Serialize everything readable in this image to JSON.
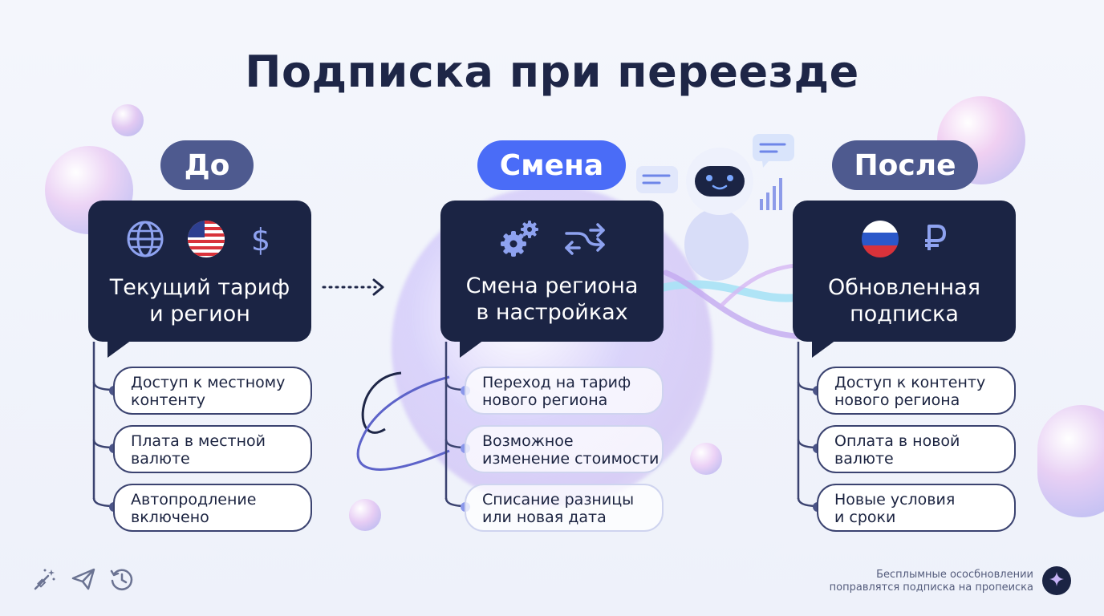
{
  "title": "Подписка при переезде",
  "colors": {
    "dark": "#1b2444",
    "accent": "#4a6cf7",
    "slate": "#4e5a8f"
  },
  "columns": [
    {
      "pill": "До",
      "card_title_line1": "Текущий тариф",
      "card_title_line2": "и регион",
      "icons": [
        "globe-icon",
        "us-flag-icon",
        "dollar-icon"
      ],
      "items": [
        {
          "line1": "Доступ к местному",
          "line2": "контенту"
        },
        {
          "line1": "Плата в местной",
          "line2": "валюте"
        },
        {
          "line1": "Автопродление",
          "line2": "включено"
        }
      ]
    },
    {
      "pill": "Смена",
      "card_title_line1": "Смена региона",
      "card_title_line2": "в настройках",
      "icons": [
        "gears-icon",
        "swap-arrows-icon"
      ],
      "items": [
        {
          "line1": "Переход на тариф",
          "line2": "нового региона"
        },
        {
          "line1": "Возможное",
          "line2": "изменение стоимости"
        },
        {
          "line1": "Списание разницы",
          "line2": "или новая дата"
        }
      ]
    },
    {
      "pill": "После",
      "card_title_line1": "Обновленная",
      "card_title_line2": "подписка",
      "icons": [
        "russia-flag-icon",
        "ruble-icon"
      ],
      "items": [
        {
          "line1": "Доступ к контенту",
          "line2": "нового региона"
        },
        {
          "line1": "Оплата в новой",
          "line2": "валюте"
        },
        {
          "line1": "Новые условия",
          "line2": "и сроки"
        }
      ]
    }
  ],
  "footer": {
    "note_line1": "Бесплымные ососбновлении",
    "note_line2": "поправлятся подписка на пропеиска",
    "icons": [
      "magic-wand-icon",
      "send-icon",
      "history-icon",
      "sparkle-icon"
    ]
  }
}
